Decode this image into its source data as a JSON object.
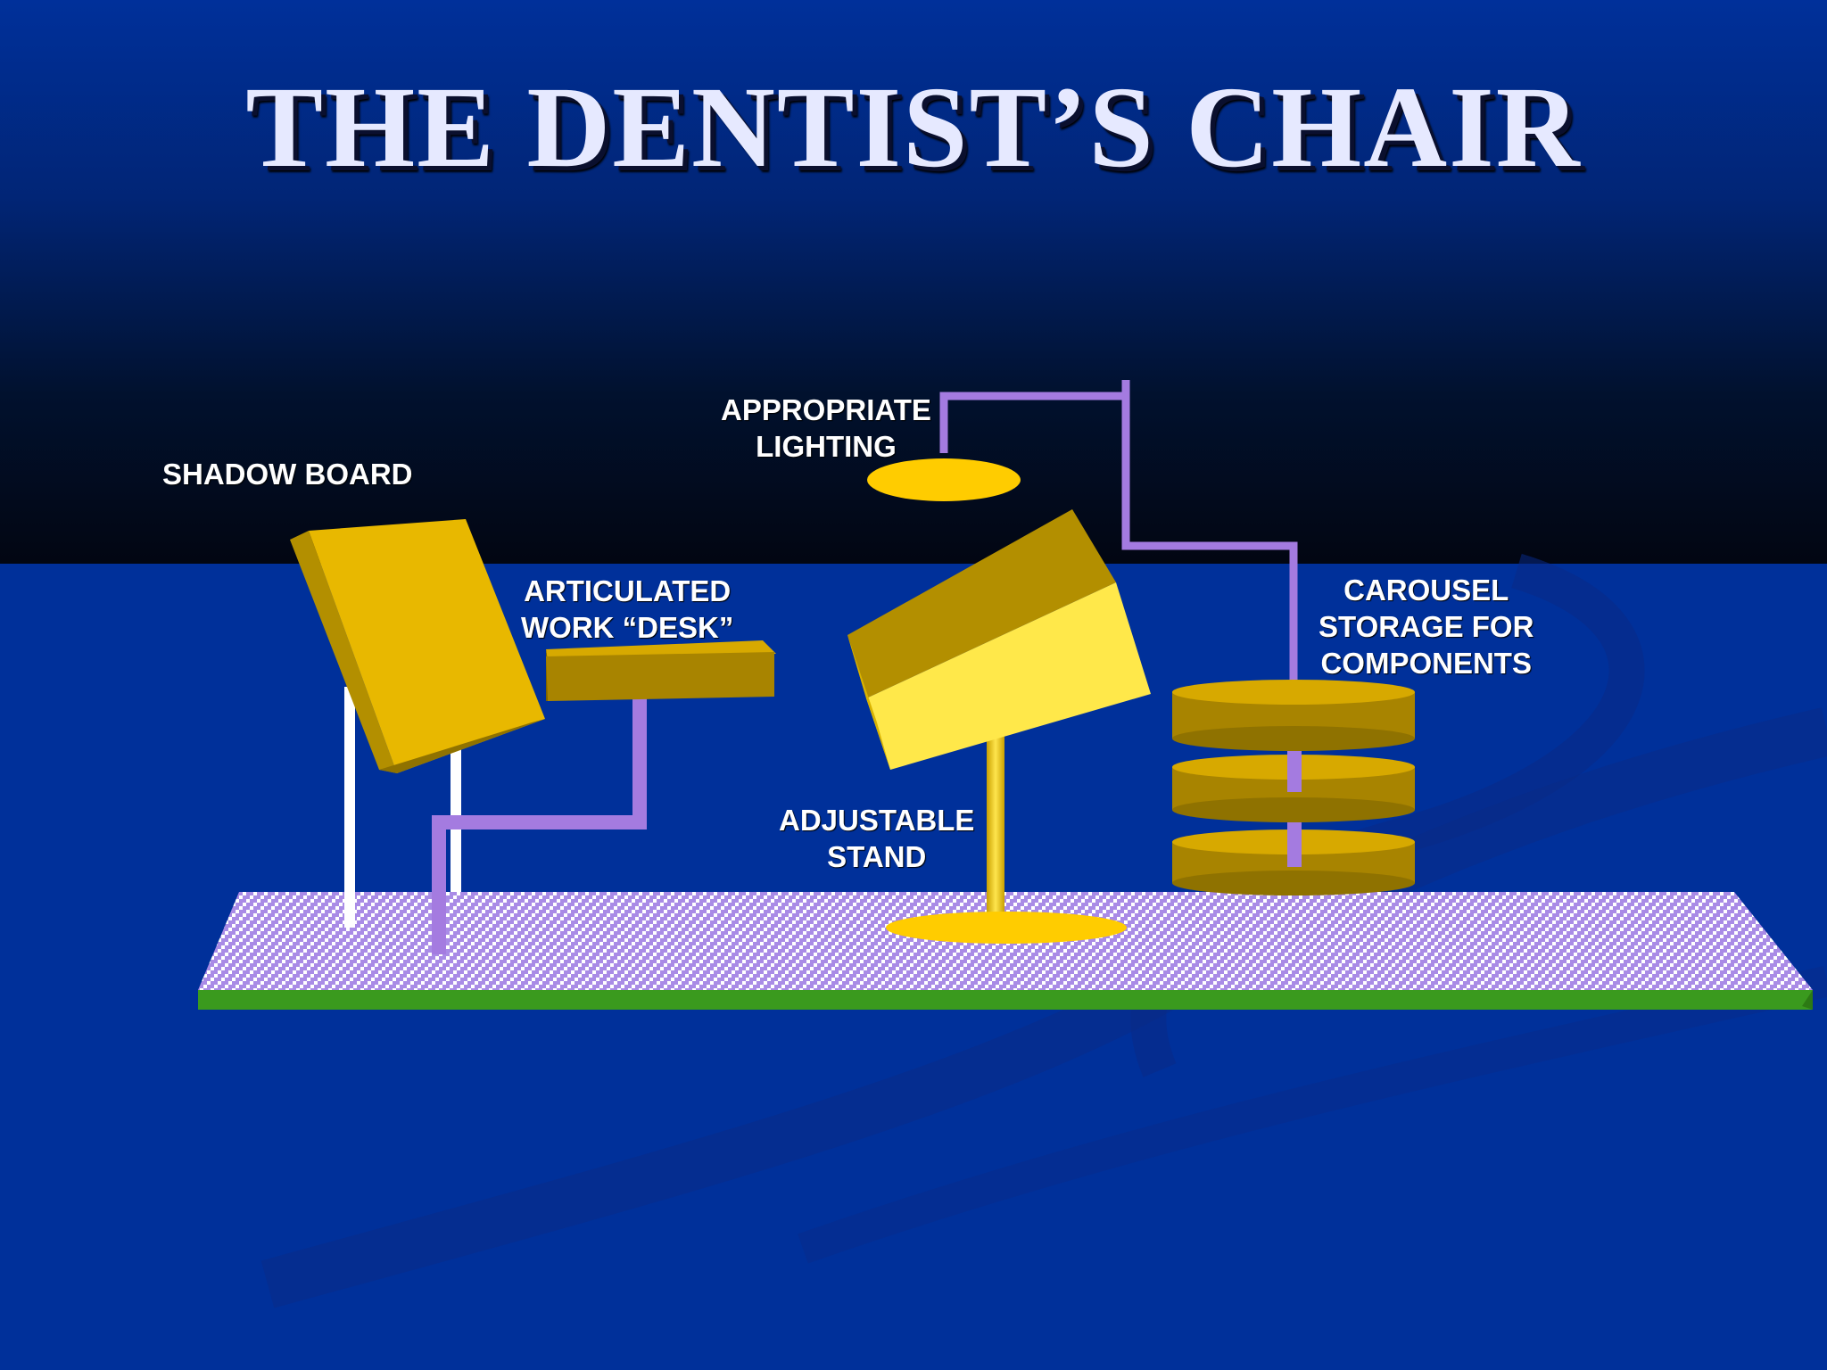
{
  "slide": {
    "title": "THE DENTIST’S CHAIR"
  },
  "labels": {
    "shadow_board": {
      "lines": [
        "SHADOW BOARD"
      ]
    },
    "articulated_desk": {
      "lines": [
        "ARTICULATED",
        "WORK “DESK”"
      ]
    },
    "appropriate_lighting": {
      "lines": [
        "APPROPRIATE",
        "LIGHTING"
      ]
    },
    "adjustable_stand": {
      "lines": [
        "ADJUSTABLE",
        "STAND"
      ]
    },
    "carousel_storage": {
      "lines": [
        "CAROUSEL",
        "STORAGE FOR",
        "COMPONENTS"
      ]
    }
  },
  "colors": {
    "background_blue": "#00309a",
    "dark_band": "#020612",
    "gold": "#e8b800",
    "gold_dark": "#a88400",
    "yellow_light": "#ffe84a",
    "purple_pipe": "#a47be0",
    "floor_purple": "#a98be6",
    "floor_edge_green": "#3a9a1e",
    "title_text": "#e6e9ff"
  }
}
